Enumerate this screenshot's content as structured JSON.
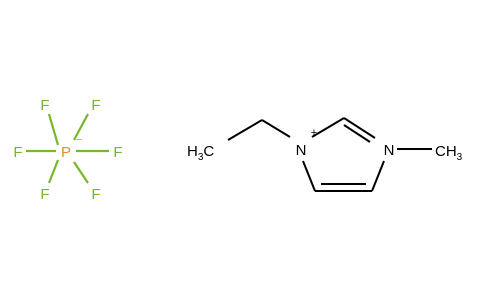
{
  "colors": {
    "fluorine": "#76b82a",
    "phosphorus": "#f08c1e",
    "carbon_nitrogen": "#000000",
    "background": "#ffffff"
  },
  "anion": {
    "center": {
      "symbol": "P",
      "charge": "−"
    },
    "ligands": [
      "F",
      "F",
      "F",
      "F",
      "F",
      "F"
    ]
  },
  "cation": {
    "n_ethyl": {
      "symbol": "N",
      "charge": "+"
    },
    "n_methyl": {
      "symbol": "N"
    },
    "ethyl_group": {
      "main": "H",
      "sub": "3",
      "tail": "C"
    },
    "methyl_group": {
      "main": "CH",
      "sub": "3"
    }
  }
}
